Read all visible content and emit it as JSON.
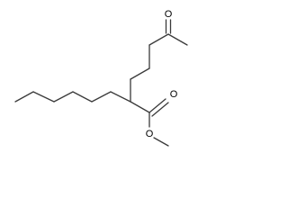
{
  "molecule": {
    "atoms": [
      {
        "id": "ketone-oxygen",
        "label": "O"
      },
      {
        "id": "carbonyl-oxygen",
        "label": "O"
      },
      {
        "id": "ester-oxygen",
        "label": "O"
      }
    ],
    "colors": {
      "bond": "#3a3a3a",
      "label": "#000000",
      "background": "#ffffff"
    }
  }
}
